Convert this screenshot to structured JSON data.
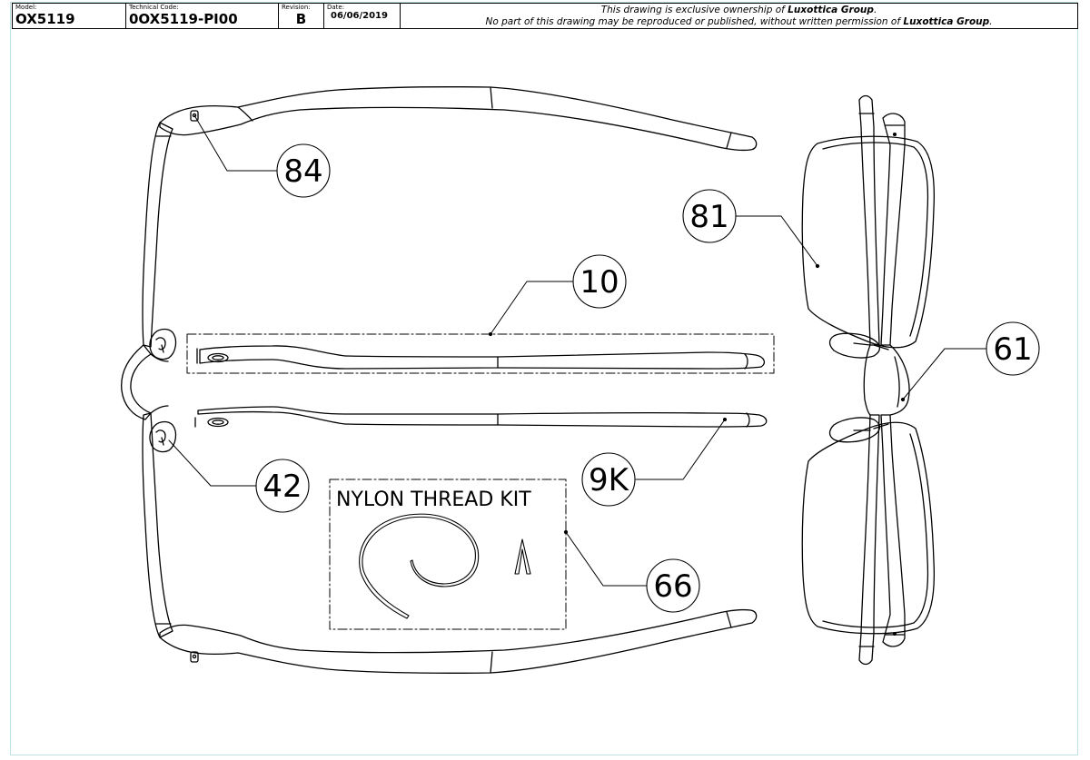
{
  "title_block": {
    "model_caption": "Model:",
    "model": "OX5119",
    "technical_caption": "Technical Code:",
    "technical_code": "0OX5119-PI00",
    "revision_caption": "Revision:",
    "revision": "B",
    "date_caption": "Date:",
    "date": "06/06/2019",
    "notice_1_pre": "This drawing is exclusive ownership of",
    "owner": "Luxottica Group",
    "notice_1_post": ".",
    "notice_2_pre": "No part of this drawing may be reproduced or published, without written permission of",
    "notice_2_post": "."
  },
  "callouts": [
    {
      "id": "84",
      "label": "84"
    },
    {
      "id": "81",
      "label": "81"
    },
    {
      "id": "10",
      "label": "10"
    },
    {
      "id": "61",
      "label": "61"
    },
    {
      "id": "42",
      "label": "42"
    },
    {
      "id": "9K",
      "label": "9K"
    },
    {
      "id": "66",
      "label": "66"
    }
  ],
  "kit": {
    "title": "NYLON THREAD KIT"
  },
  "colors": {
    "line": "#000000",
    "sheet_border": "#bfe3e3"
  }
}
